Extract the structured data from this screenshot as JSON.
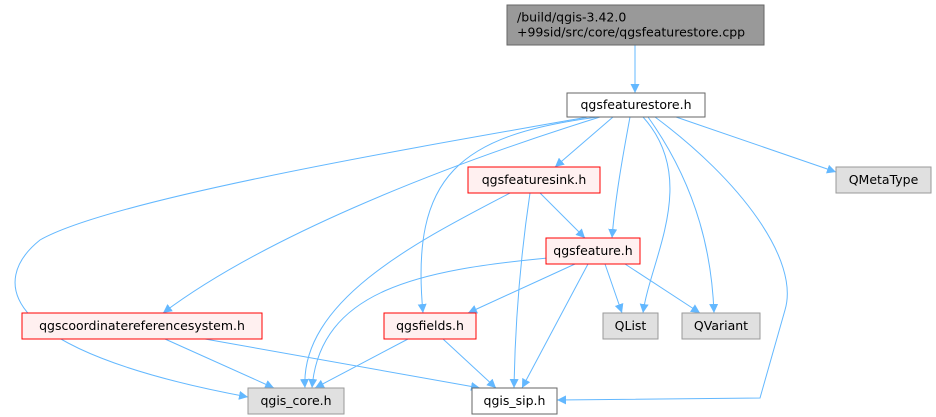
{
  "colors": {
    "edge": "#63b8ff",
    "root_fill": "#999999",
    "root_stroke": "#666666",
    "local_fill": "#ffffff",
    "local_stroke": "#666666",
    "incomplete_fill": "#fff0f0",
    "incomplete_stroke": "#ff0000",
    "external_fill": "#e0e0e0",
    "external_stroke": "#999999"
  },
  "nodes": [
    {
      "id": "root",
      "kind": "root",
      "lines": [
        "/build/qgis-3.42.0",
        "+99sid/src/core/qgsfeaturestore.cpp"
      ]
    },
    {
      "id": "featurestore_h",
      "kind": "local",
      "lines": [
        "qgsfeaturestore.h"
      ]
    },
    {
      "id": "qmetatype",
      "kind": "external",
      "lines": [
        "QMetaType"
      ]
    },
    {
      "id": "featuresink_h",
      "kind": "incomplete",
      "lines": [
        "qgsfeaturesink.h"
      ]
    },
    {
      "id": "feature_h",
      "kind": "incomplete",
      "lines": [
        "qgsfeature.h"
      ]
    },
    {
      "id": "crs_h",
      "kind": "incomplete",
      "lines": [
        "qgscoordinatereferencesystem.h"
      ]
    },
    {
      "id": "fields_h",
      "kind": "incomplete",
      "lines": [
        "qgsfields.h"
      ]
    },
    {
      "id": "qlist",
      "kind": "external",
      "lines": [
        "QList"
      ]
    },
    {
      "id": "qvariant",
      "kind": "external",
      "lines": [
        "QVariant"
      ]
    },
    {
      "id": "qgis_core_h",
      "kind": "external",
      "lines": [
        "qgis_core.h"
      ]
    },
    {
      "id": "qgis_sip_h",
      "kind": "local",
      "lines": [
        "qgis_sip.h"
      ]
    }
  ],
  "edges": [
    {
      "from": "root",
      "to": "featurestore_h"
    },
    {
      "from": "featurestore_h",
      "to": "qgis_core_h"
    },
    {
      "from": "featurestore_h",
      "to": "featuresink_h"
    },
    {
      "from": "featurestore_h",
      "to": "crs_h"
    },
    {
      "from": "featurestore_h",
      "to": "fields_h"
    },
    {
      "from": "featurestore_h",
      "to": "feature_h"
    },
    {
      "from": "featurestore_h",
      "to": "qlist"
    },
    {
      "from": "featurestore_h",
      "to": "qvariant"
    },
    {
      "from": "featurestore_h",
      "to": "qgis_sip_h"
    },
    {
      "from": "featurestore_h",
      "to": "qmetatype"
    },
    {
      "from": "featuresink_h",
      "to": "qgis_core_h"
    },
    {
      "from": "featuresink_h",
      "to": "feature_h"
    },
    {
      "from": "featuresink_h",
      "to": "qgis_sip_h"
    },
    {
      "from": "feature_h",
      "to": "qgis_core_h"
    },
    {
      "from": "feature_h",
      "to": "fields_h"
    },
    {
      "from": "feature_h",
      "to": "qgis_sip_h"
    },
    {
      "from": "feature_h",
      "to": "qlist"
    },
    {
      "from": "feature_h",
      "to": "qvariant"
    },
    {
      "from": "crs_h",
      "to": "qgis_core_h"
    },
    {
      "from": "crs_h",
      "to": "qgis_sip_h"
    },
    {
      "from": "fields_h",
      "to": "qgis_core_h"
    },
    {
      "from": "fields_h",
      "to": "qgis_sip_h"
    }
  ]
}
